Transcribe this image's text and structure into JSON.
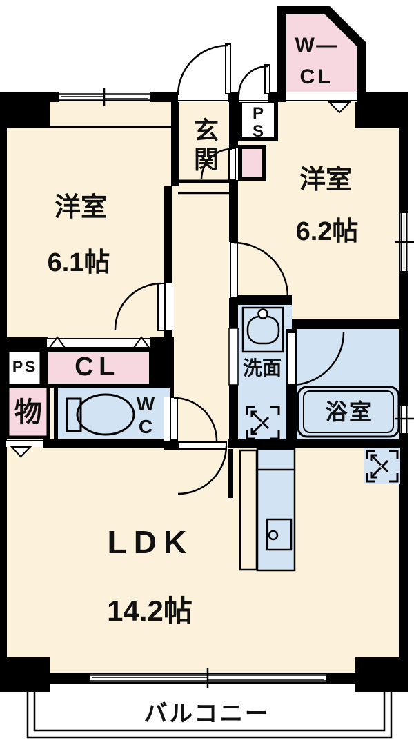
{
  "colors": {
    "floor": "#FCF1DA",
    "pink": "#F8D8E0",
    "blue": "#D2E4F3",
    "wall": "#000000",
    "bg": "#FFFFFF"
  },
  "rooms": {
    "bedroom1": {
      "name": "洋室",
      "size": "6.1帖"
    },
    "bedroom2": {
      "name": "洋室",
      "size": "6.2帖"
    },
    "ldk": {
      "name": "LDK",
      "size": "14.2帖"
    },
    "entrance": {
      "name": "玄関"
    },
    "walk_in_closet": {
      "line1": "W—",
      "line2": "CL"
    },
    "pipe_space_top": {
      "line1": "P",
      "line2": "S"
    },
    "pipe_space_side": {
      "name": "PS"
    },
    "closet": {
      "name": "CL"
    },
    "storage": {
      "name": "物"
    },
    "toilet": {
      "line1": "W",
      "line2": "C"
    },
    "washroom": {
      "name": "洗面"
    },
    "bathroom": {
      "name": "浴室"
    },
    "balcony": {
      "name": "バルコニー"
    }
  }
}
